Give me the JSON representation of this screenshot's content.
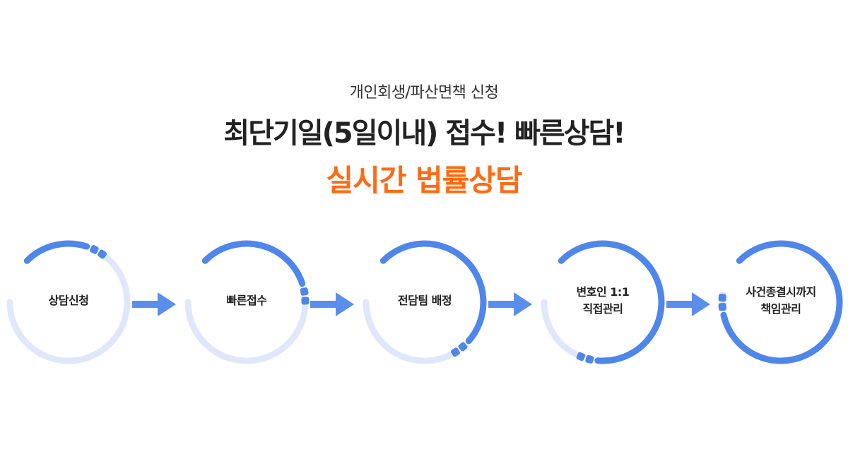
{
  "header": {
    "subtitle": "개인회생/파산면책 신청",
    "title": "최단기일(5일이내) 접수! 빠른상담!",
    "accent": "실시간 법률상담"
  },
  "colors": {
    "accent": "#ff6a13",
    "primary": "#4f86eb",
    "light": "#dfe8fb"
  },
  "steps": [
    {
      "line1": "상담신청",
      "line2": "",
      "progress": 0.2
    },
    {
      "line1": "빠른접수",
      "line2": "",
      "progress": 0.37
    },
    {
      "line1": "전담팀 배정",
      "line2": "",
      "progress": 0.56
    },
    {
      "line1": "변호인 1:1",
      "line2": "직접관리",
      "progress": 0.73
    },
    {
      "line1": "사건종결시까지",
      "line2": "책임관리",
      "progress": 0.96
    }
  ]
}
